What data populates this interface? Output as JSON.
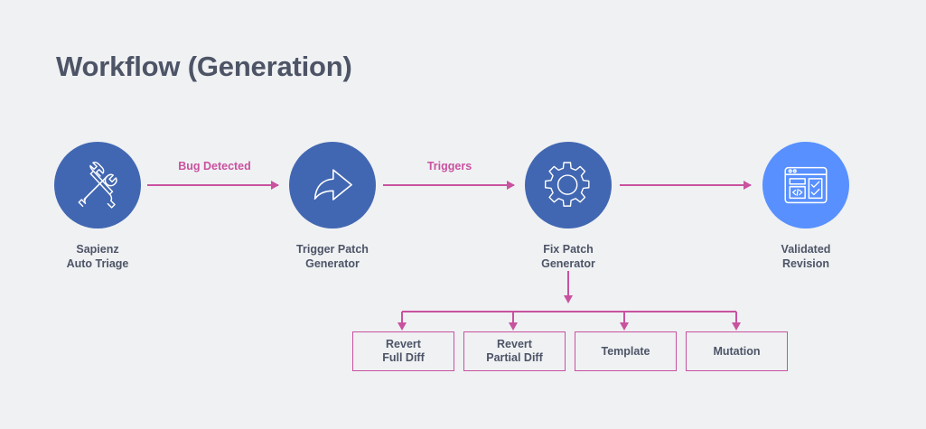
{
  "page": {
    "title": "Workflow (Generation)",
    "background_color": "#eff1f3",
    "title_color": "#4d5466"
  },
  "colors": {
    "node_primary": "#4267b2",
    "node_accent": "#5890ff",
    "connector": "#c9529f",
    "label_text": "#4d5466"
  },
  "nodes": [
    {
      "id": "sapienz-auto-triage",
      "icon": "tools-wrench-hammer-icon",
      "circle_color": "#4267b2",
      "label_line1": "Sapienz",
      "label_line2": "Auto Triage"
    },
    {
      "id": "trigger-patch-generator",
      "icon": "forward-arrow-icon",
      "circle_color": "#4267b2",
      "label_line1": "Trigger Patch",
      "label_line2": "Generator"
    },
    {
      "id": "fix-patch-generator",
      "icon": "gear-icon",
      "circle_color": "#4267b2",
      "label_line1": "Fix Patch",
      "label_line2": "Generator"
    },
    {
      "id": "validated-revision",
      "icon": "code-window-checklist-icon",
      "circle_color": "#5890ff",
      "label_line1": "Validated",
      "label_line2": "Revision"
    }
  ],
  "connectors": [
    {
      "id": "conn-1",
      "from": "sapienz-auto-triage",
      "to": "trigger-patch-generator",
      "label": "Bug Detected"
    },
    {
      "id": "conn-2",
      "from": "trigger-patch-generator",
      "to": "fix-patch-generator",
      "label": "Triggers"
    },
    {
      "id": "conn-3",
      "from": "fix-patch-generator",
      "to": "validated-revision",
      "label": ""
    }
  ],
  "strategies": [
    {
      "id": "revert-full-diff",
      "label_line1": "Revert",
      "label_line2": "Full Diff"
    },
    {
      "id": "revert-partial-diff",
      "label_line1": "Revert",
      "label_line2": "Partial Diff"
    },
    {
      "id": "template",
      "label_line1": "Template",
      "label_line2": ""
    },
    {
      "id": "mutation",
      "label_line1": "Mutation",
      "label_line2": ""
    }
  ]
}
